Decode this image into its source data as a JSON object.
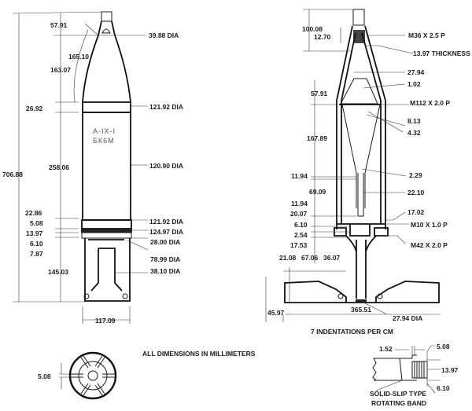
{
  "left_view": {
    "body_marking": [
      "A-IX-I",
      "БК6М"
    ],
    "dims": {
      "overall_length": "706.88",
      "nose_tip": "57.91",
      "ogive_radius": "165.10",
      "ogive_length": "163.07",
      "bourrelet_length": "26.92",
      "body_length": "258.06",
      "d1": "22.86",
      "d2": "5.08",
      "d3": "13.97",
      "d4": "6.10",
      "d5": "7.87",
      "tail_length": "145.03",
      "tail_width": "117.09"
    },
    "diameters": [
      "39.88 DIA",
      "121.92 DIA",
      "120.90 DIA",
      "121.92 DIA",
      "124.97 DIA",
      "28.00 DIA",
      "78.99 DIA",
      "38.10 DIA"
    ]
  },
  "right_view": {
    "dims": {
      "fuze_length": "100.08",
      "thread_length": "12.70",
      "cone_length": "57.91",
      "cavity_length": "167.89",
      "a": "11.94",
      "b": "69.09",
      "c": "11.94",
      "d": "20.07",
      "e": "6.10",
      "f": "2.54",
      "g": "17.53",
      "fin1": "21.08",
      "fin2": "67.06",
      "fin3": "36.07",
      "fin_height": "45.97",
      "fin_span": "365.51"
    },
    "callouts": [
      "M36 X 2.5 P",
      "13.97 THICKNESS",
      "27.94",
      "1.02",
      "M112 X 2.0 P",
      "8.13",
      "4.32",
      "2.29",
      "22.10",
      "17.02",
      "M10 X 1.0 P",
      "M42 X 2.0 P",
      "27.94 DIA"
    ]
  },
  "notes": {
    "indentations": "7 INDENTATIONS PER CM",
    "units": "ALL DIMENSIONS IN MILLIMETERS"
  },
  "end_view": {
    "slot_width": "5.08"
  },
  "band_detail": {
    "dims": [
      "1.52",
      "5.08",
      "13.97",
      "6.10"
    ],
    "label": [
      "SOLID-SLIP TYPE",
      "ROTATING BAND"
    ]
  }
}
